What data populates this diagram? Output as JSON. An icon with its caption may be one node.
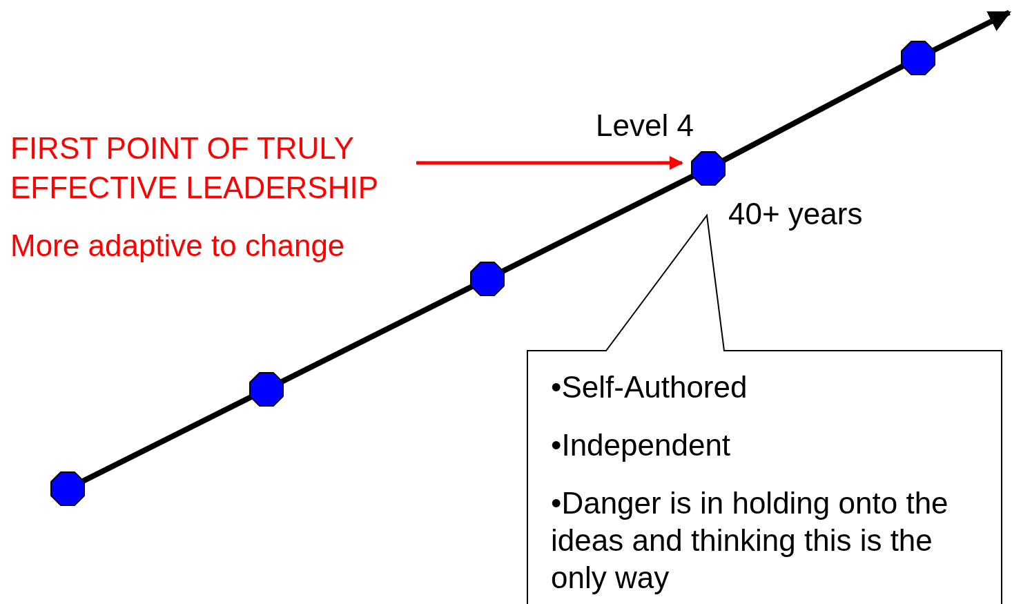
{
  "diagram": {
    "nodes": [
      {
        "text": [],
        "shape": "octagon"
      },
      {
        "text": [],
        "shape": "octagon"
      },
      {
        "text": [],
        "shape": "octagon"
      },
      {
        "text": [],
        "shape": "octagon",
        "beside": [
          "Level 4"
        ]
      },
      {
        "text": [],
        "shape": "octagon"
      },
      {
        "text": [
          "FIRST POINT OF TRULY EFFECTIVE LEADERSHIP"
        ]
      },
      {
        "text": [
          "•Self-Authored",
          "•Independent",
          "•Danger is in holding onto the ideas and thinking this is the only way"
        ]
      }
    ],
    "edges": [
      {
        "from": 0,
        "to": 1,
        "arrow": "none"
      },
      {
        "from": 1,
        "to": 2,
        "arrow": "none"
      },
      {
        "from": 2,
        "to": 3,
        "arrow": "none"
      },
      {
        "from": 3,
        "to": 4,
        "arrow": "none"
      },
      {
        "from": 4,
        "to": null,
        "arrow": "to"
      },
      {
        "from": 5,
        "to": 3,
        "arrow": "to",
        "color": "#ff0000"
      }
    ],
    "labels": [
      "40+ years",
      "More adaptive to change"
    ]
  }
}
